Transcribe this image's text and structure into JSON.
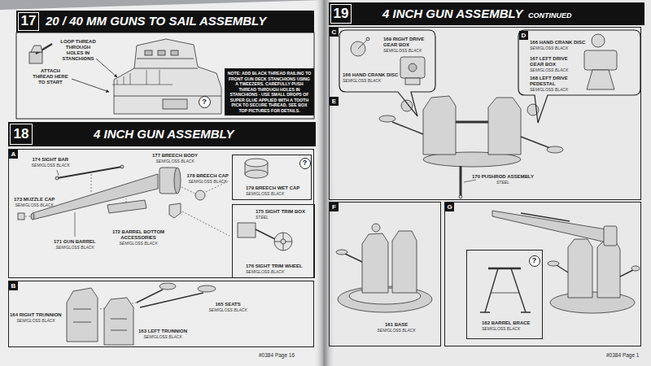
{
  "diagram": {
    "nodes": [
      {
        "text": [
          "#0384 Page 16"
        ]
      },
      {
        "text": [
          "17",
          "20 / 40 MM GUNS TO SAIL ASSEMBLY"
        ],
        "in": 0
      },
      {
        "text": [
          "NOTE: ADD BLACK THREAD RAILING TO FRONT GUN DECK STANCHIONS USING A TWEEZERS. CAREFULLY PUSH THREAD THROUGH HOLES IN STANCHIONS - USE SMALL DROPS OF SUPER GLUE APPLIED WITH A TOOTH PICK TO SECURE THREAD. SEE BOX TOP PICTURES FOR DETAILS."
        ],
        "in": 0
      },
      {
        "text": [
          "?"
        ],
        "in": 0
      },
      {
        "text": [
          "18",
          "4 INCH GUN ASSEMBLY"
        ],
        "in": 0
      },
      {
        "text": [
          "A"
        ],
        "in": 0
      },
      {
        "text": [
          "179 BREECH WET CAP",
          "SEMIGLOSS BLACK"
        ],
        "in": 5
      },
      {
        "text": [
          "?"
        ],
        "in": 6
      },
      {
        "text": [
          "175 SIGHT TRIM BOX",
          "STEEL",
          "176 SIGHT TRIM WHEEL",
          "SEMIGLOSS BLACK"
        ],
        "in": 5
      },
      {
        "text": [
          "B"
        ],
        "in": 0
      },
      {
        "text": [
          "#0384 Page 1"
        ]
      },
      {
        "text": [
          "19",
          "4 INCH GUN ASSEMBLY",
          "CONTINUED"
        ],
        "in": 10
      },
      {
        "text": [
          "C",
          "E"
        ],
        "in": 10
      },
      {
        "text": [
          "166 HAND CRANK DISC",
          "SEMIGLOSS BLACK",
          "169 RIGHT DRIVE GEAR BOX",
          "SEMIGLOSS BLACK"
        ],
        "in": 12
      },
      {
        "text": [
          "D",
          "166 HAND CRANK DISC",
          "SEMIGLOSS BLACK",
          "167 LEFT DRIVE GEAR BOX",
          "SEMIGLOSS BLACK",
          "168 LEFT DRIVE PEDESTAL",
          "SEMIGLOSS BLACK"
        ],
        "in": 12
      },
      {
        "text": [
          "F"
        ],
        "in": 10
      },
      {
        "text": [
          "G"
        ],
        "in": 10
      },
      {
        "text": [
          "162 BARREL BRACE",
          "SEMIGLOSS BLACK"
        ],
        "in": 16
      },
      {
        "text": [
          "?"
        ],
        "in": 17
      }
    ],
    "labels": [
      "LOOP THREAD THROUGH HOLES IN STANCHIONS",
      "ATTACH THREAD HERE TO START",
      "174 SIGHT BAR",
      "SEMIGLOSS BLACK",
      "177 BREECH BODY",
      "SEMIGLOSS BLACK",
      "178 BREECH CAP",
      "SEMIGLOSS BLACK",
      "173 MUZZLE CAP",
      "SEMIGLOSS BLACK",
      "171 GUN BARREL",
      "SEMIGLOSS BLACK",
      "172 BARREL BOTTOM ACCESSORIES",
      "SEMIGLOSS BLACK",
      "164 RIGHT TRUNNION",
      "SEMIGLOSS BLACK",
      "163 LEFT TRUNNION",
      "SEMIGLOSS BLACK",
      "165 SEATS",
      "SEMIGLOSS BLACK",
      "170 PUSHROD ASSEMBLY",
      "STEEL",
      "161 BASE",
      "SEMIGLOSS BLACK"
    ]
  }
}
